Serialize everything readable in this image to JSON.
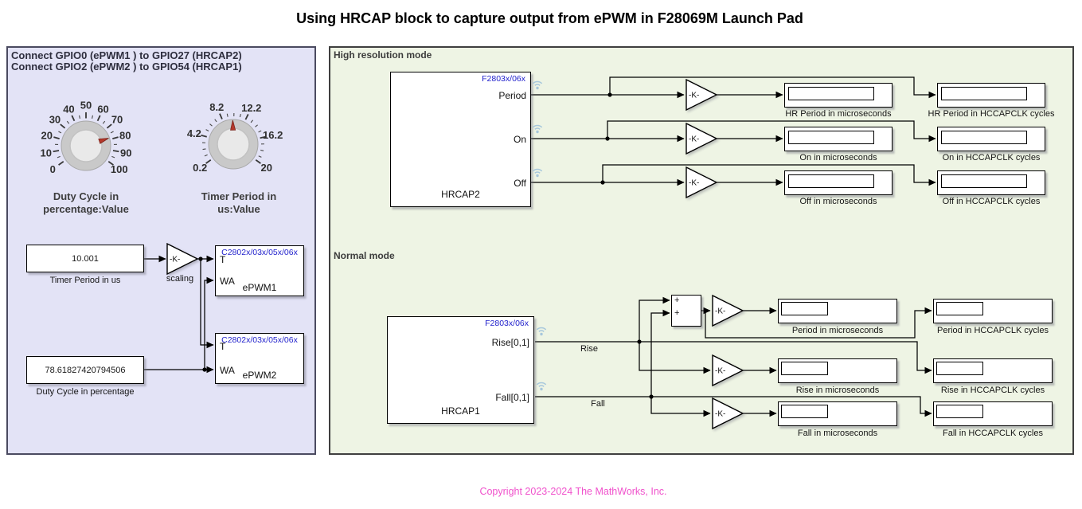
{
  "title": "Using HRCAP block to capture output from ePWM in F28069M Launch Pad",
  "copyright": "Copyright 2023-2024 The MathWorks, Inc.",
  "left_panel": {
    "instructions": {
      "line1": "Connect GPIO0 (ePWM1 ) to GPIO27 (HRCAP2)",
      "line2": "Connect GPIO2 (ePWM2 ) to GPIO54 (HRCAP1)"
    },
    "knobs": [
      {
        "label_line1": "Duty Cycle in",
        "label_line2": "percentage:Value",
        "min": 0,
        "max": 100,
        "value": 78.61827420794506,
        "minor_step": 5,
        "tick_labels": [
          "0",
          "10",
          "20",
          "30",
          "40",
          "50",
          "60",
          "70",
          "80",
          "90",
          "100"
        ]
      },
      {
        "label_line1": "Timer Period in",
        "label_line2": "us:Value",
        "min": 0.2,
        "max": 20,
        "value": 10.001,
        "minor_step": 1,
        "tick_labels": [
          "0.2",
          "4.2",
          "8.2",
          "12.2",
          "16.2",
          "20"
        ]
      }
    ],
    "constants": [
      {
        "value": "10.001",
        "label": "Timer Period in us"
      },
      {
        "value": "78.61827420794506",
        "label": "Duty Cycle in percentage"
      }
    ],
    "gain": {
      "text": "-K-",
      "label": "scaling"
    },
    "epwm1": {
      "chip": "C2802x/03x/05x/06x",
      "port_t": "T",
      "port_wa": "WA",
      "name": "ePWM1"
    },
    "epwm2": {
      "chip": "C2802x/03x/05x/06x",
      "port_t": "T",
      "port_wa": "WA",
      "name": "ePWM2"
    }
  },
  "hires": {
    "section_title": "High resolution mode",
    "hrcap": {
      "chip": "F2803x/06x",
      "name": "HRCAP2",
      "ports": [
        "Period",
        "On",
        "Off"
      ]
    },
    "gain_text": "-K-",
    "rows": [
      {
        "us_label": "HR Period in microseconds",
        "cycles_label": "HR Period in HCCAPCLK cycles"
      },
      {
        "us_label": "On in microseconds",
        "cycles_label": "On in HCCAPCLK cycles"
      },
      {
        "us_label": "Off in microseconds",
        "cycles_label": "Off in HCCAPCLK cycles"
      }
    ]
  },
  "normal": {
    "section_title": "Normal mode",
    "hrcap": {
      "chip": "F2803x/06x",
      "name": "HRCAP1",
      "ports": [
        "Rise[0,1]",
        "Fall[0,1]"
      ]
    },
    "wire_labels": {
      "rise": "Rise",
      "fall": "Fall"
    },
    "sum": {
      "sign1": "+",
      "sign2": "+"
    },
    "gain_text": "-K-",
    "rows": [
      {
        "us_label": "Period in microseconds",
        "cycles_label": "Period in HCCAPCLK cycles"
      },
      {
        "us_label": "Rise in microseconds",
        "cycles_label": "Rise in HCCAPCLK cycles"
      },
      {
        "us_label": "Fall in microseconds",
        "cycles_label": "Fall in HCCAPCLK cycles"
      }
    ]
  },
  "colors": {
    "left_panel_bg": "#e3e3f6",
    "left_panel_border": "#4a4a60",
    "right_panel_bg": "#eef4e4",
    "right_panel_border": "#3f3f3f",
    "chip_text": "#2222cc",
    "copyright": "#f052cc",
    "needle": "#b5392c",
    "wifi_icon": "#a7c7dc"
  }
}
